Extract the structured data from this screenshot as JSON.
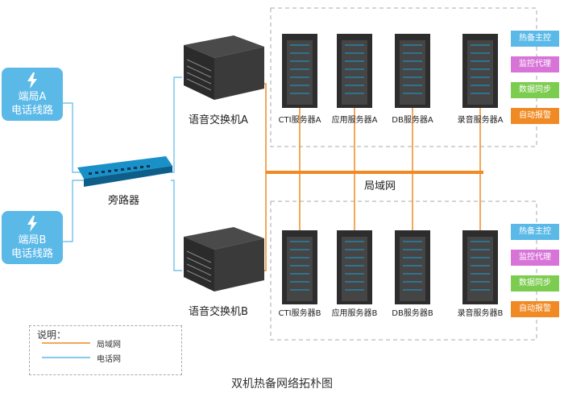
{
  "trunks": [
    {
      "line1": "端局A",
      "line2": "电话线路",
      "icon": "lightning-icon"
    },
    {
      "line1": "端局B",
      "line2": "电话线路",
      "icon": "lightning-icon"
    }
  ],
  "bypass": {
    "label": "旁路器"
  },
  "switches": [
    {
      "label": "语音交换机A"
    },
    {
      "label": "语音交换机B"
    }
  ],
  "lan": {
    "label": "局域网"
  },
  "servers_a": [
    {
      "label": "CTI服务器A"
    },
    {
      "label": "应用服务器A"
    },
    {
      "label": "DB服务器A"
    },
    {
      "label": "录音服务器A"
    }
  ],
  "servers_b": [
    {
      "label": "CTI服务器B"
    },
    {
      "label": "应用服务器B"
    },
    {
      "label": "DB服务器B"
    },
    {
      "label": "录音服务器B"
    }
  ],
  "tags_a": [
    {
      "label": "热备主控",
      "color": "#5bb9e8"
    },
    {
      "label": "监控代理",
      "color": "#d874d8"
    },
    {
      "label": "数据同步",
      "color": "#7ccc50"
    },
    {
      "label": "自动报警",
      "color": "#f08a24"
    }
  ],
  "tags_b": [
    {
      "label": "热备主控",
      "color": "#5bb9e8"
    },
    {
      "label": "监控代理",
      "color": "#d874d8"
    },
    {
      "label": "数据同步",
      "color": "#7ccc50"
    },
    {
      "label": "自动报警",
      "color": "#f08a24"
    }
  ],
  "legend": {
    "title": "说明：",
    "items": [
      {
        "label": "局域网",
        "color": "#f08a24"
      },
      {
        "label": "电话网",
        "color": "#5bb9e8"
      }
    ]
  },
  "title": "双机热备网络拓朴图"
}
